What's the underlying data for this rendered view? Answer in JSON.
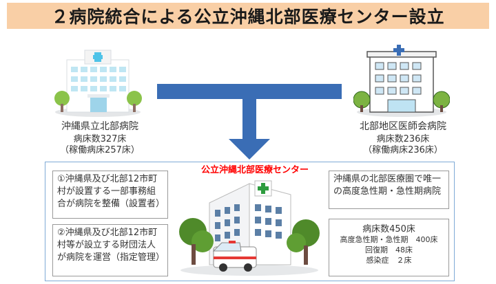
{
  "title": "２病院統合による公立沖縄北部医療センター設立",
  "left_hospital": {
    "name": "沖縄県立北部病院",
    "beds": "病床数327床",
    "active_beds": "（稼働病床257床）"
  },
  "right_hospital": {
    "name": "北部地区医師会病院",
    "beds": "病床数236床",
    "active_beds": "（稼働病床236床）"
  },
  "center": {
    "title": "公立沖縄北部医療センター"
  },
  "notes": {
    "note1": "①沖縄県及び北部12市町村が設置する一部事務組合が病院を整備（設置者）",
    "note2": "②沖縄県及び北部12市町村等が設立する財団法人が病院を運営（指定管理）",
    "note3": "沖縄県の北部医療圏で唯一の高度急性期・急性期病院"
  },
  "bed_summary": {
    "title": "病床数450床",
    "line1": "高度急性期・急性期　400床",
    "line2": "回復期　48床",
    "line3": "感染症　２床"
  },
  "colors": {
    "title_bg": "#f9cfa6",
    "arrow": "#3a6db5",
    "center_title": "#ff0000",
    "box_border": "#7ea9d6"
  }
}
